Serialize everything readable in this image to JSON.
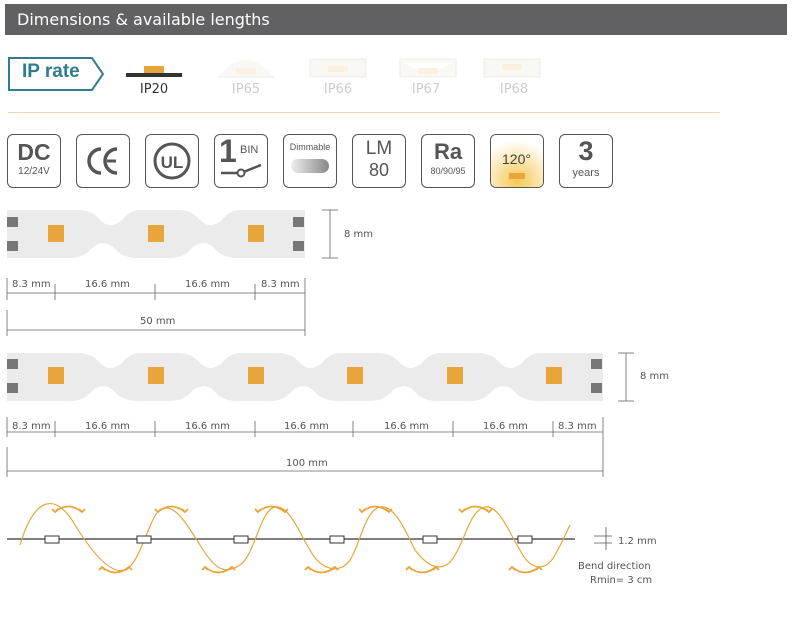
{
  "header": {
    "title": "Dimensions & available lengths"
  },
  "ip_rate": {
    "label": "IP rate",
    "options": [
      {
        "name": "IP20",
        "active": true
      },
      {
        "name": "IP65",
        "active": false
      },
      {
        "name": "IP66",
        "active": false
      },
      {
        "name": "IP67",
        "active": false
      },
      {
        "name": "IP68",
        "active": false
      }
    ]
  },
  "badges": {
    "dc": {
      "main": "DC",
      "sub": "12/24V"
    },
    "ce": "CE",
    "ul": "UL",
    "bin": {
      "num": "1",
      "label": "BIN"
    },
    "dimmable": "Dimmable",
    "lm": {
      "main": "LM",
      "sub": "80"
    },
    "ra": {
      "main": "Ra",
      "sub": "80/90/95"
    },
    "angle": "120°",
    "warranty": {
      "main": "3",
      "sub": "years"
    }
  },
  "strip1": {
    "height": "8 mm",
    "segments": [
      "8.3 mm",
      "16.6 mm",
      "16.6 mm",
      "8.3 mm"
    ],
    "total": "50 mm"
  },
  "strip2": {
    "height": "8 mm",
    "segments": [
      "8.3 mm",
      "16.6 mm",
      "16.6 mm",
      "16.6 mm",
      "16.6 mm",
      "16.6 mm",
      "8.3 mm"
    ],
    "total": "100 mm"
  },
  "bend": {
    "thickness": "1.2 mm",
    "direction": "Bend direction",
    "rmin": "Rmin= 3 cm"
  },
  "colors": {
    "accent": "#e8a53c",
    "header": "#616163",
    "teal": "#2f7d8e"
  }
}
